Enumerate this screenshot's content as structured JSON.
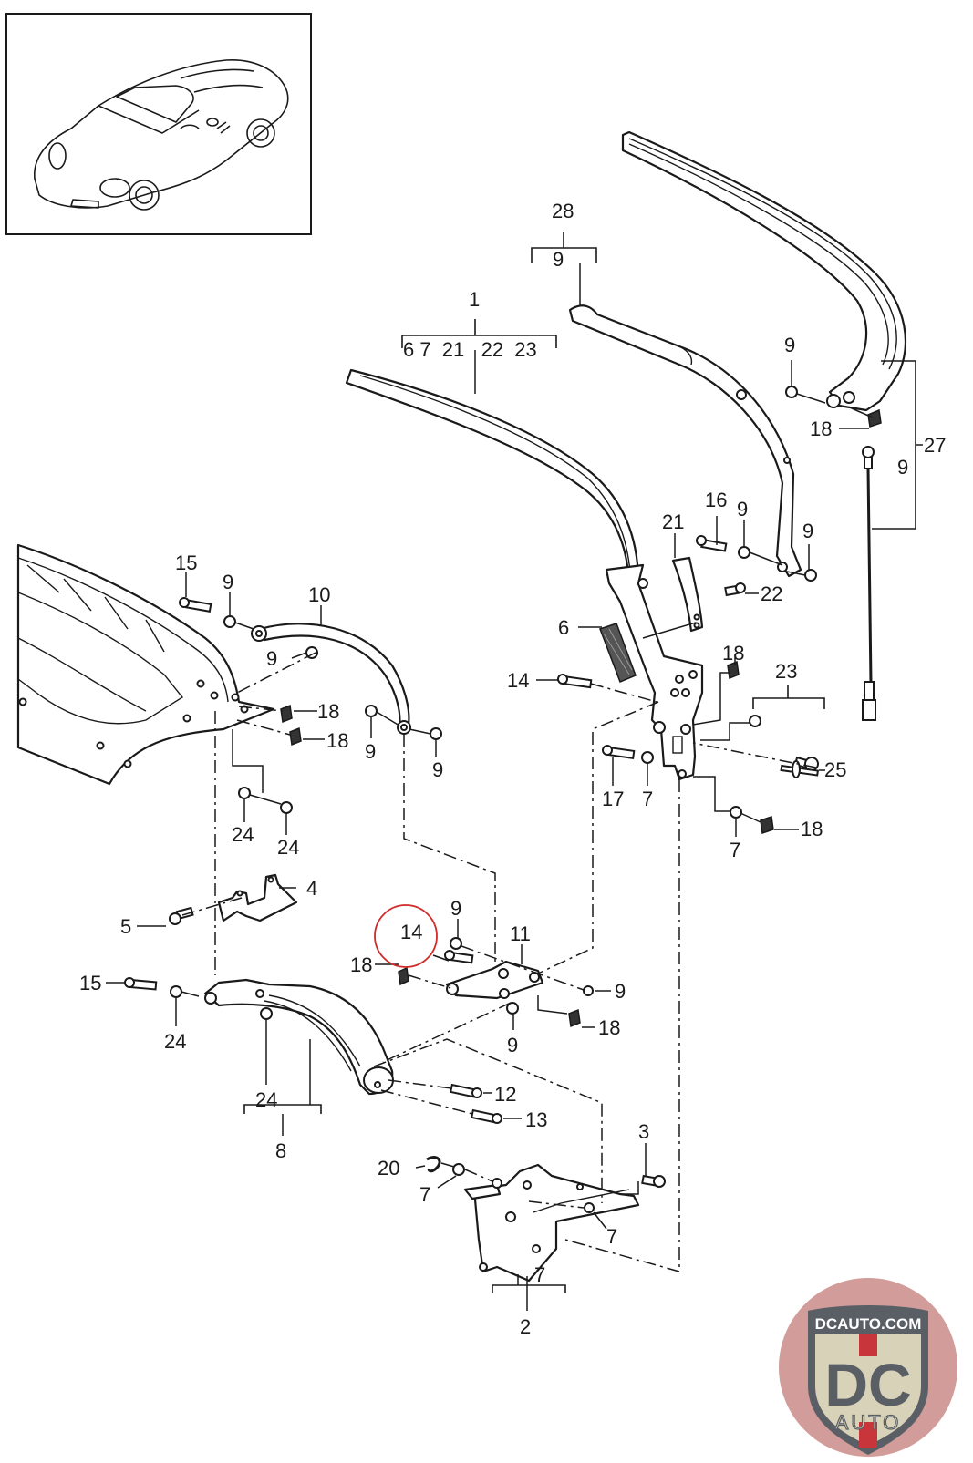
{
  "diagram": {
    "title": "Convertible top frame / linkage - exploded parts view",
    "thumbnail": {
      "subject": "roadster-car-outline"
    },
    "highlight": {
      "part_number": "14",
      "color": "#d02a2a"
    },
    "callouts": [
      {
        "id": "c28",
        "text": "28"
      },
      {
        "id": "c28-sub",
        "text": "9"
      },
      {
        "id": "c1",
        "text": "1"
      },
      {
        "id": "c1-sub",
        "text": "6 7  21   22  23"
      },
      {
        "id": "c9a",
        "text": "9"
      },
      {
        "id": "c18a",
        "text": "18"
      },
      {
        "id": "c27",
        "text": "27"
      },
      {
        "id": "c27-sub",
        "text": "9"
      },
      {
        "id": "c16",
        "text": "16"
      },
      {
        "id": "c9b",
        "text": "9"
      },
      {
        "id": "c9c",
        "text": "9"
      },
      {
        "id": "c21",
        "text": "21"
      },
      {
        "id": "c22",
        "text": "22"
      },
      {
        "id": "c6",
        "text": "6"
      },
      {
        "id": "c14a",
        "text": "14"
      },
      {
        "id": "c18b",
        "text": "18"
      },
      {
        "id": "c23",
        "text": "23"
      },
      {
        "id": "c25",
        "text": "25"
      },
      {
        "id": "c17",
        "text": "17"
      },
      {
        "id": "c7a",
        "text": "7"
      },
      {
        "id": "c7b",
        "text": "7"
      },
      {
        "id": "c18c",
        "text": "18"
      },
      {
        "id": "c15a",
        "text": "15"
      },
      {
        "id": "c9d",
        "text": "9"
      },
      {
        "id": "c10",
        "text": "10"
      },
      {
        "id": "c9e",
        "text": "9"
      },
      {
        "id": "c18d",
        "text": "18"
      },
      {
        "id": "c18e",
        "text": "18"
      },
      {
        "id": "c9f",
        "text": "9"
      },
      {
        "id": "c9g",
        "text": "9"
      },
      {
        "id": "c24a",
        "text": "24"
      },
      {
        "id": "c24b",
        "text": "24"
      },
      {
        "id": "c4",
        "text": "4"
      },
      {
        "id": "c5",
        "text": "5"
      },
      {
        "id": "c14b",
        "text": "14"
      },
      {
        "id": "c9h",
        "text": "9"
      },
      {
        "id": "c11",
        "text": "11"
      },
      {
        "id": "c18f",
        "text": "18"
      },
      {
        "id": "c9i",
        "text": "9"
      },
      {
        "id": "c18g",
        "text": "18"
      },
      {
        "id": "c9j",
        "text": "9"
      },
      {
        "id": "c15b",
        "text": "15"
      },
      {
        "id": "c24c",
        "text": "24"
      },
      {
        "id": "c24d",
        "text": "24"
      },
      {
        "id": "c8",
        "text": "8"
      },
      {
        "id": "c12",
        "text": "12"
      },
      {
        "id": "c13",
        "text": "13"
      },
      {
        "id": "c3",
        "text": "3"
      },
      {
        "id": "c20",
        "text": "20"
      },
      {
        "id": "c7c",
        "text": "7"
      },
      {
        "id": "c7d",
        "text": "7"
      },
      {
        "id": "c7e",
        "text": "7"
      },
      {
        "id": "c2",
        "text": "2"
      }
    ]
  },
  "watermark": {
    "top_text": "DCAUTO.COM",
    "mark": "DC",
    "bottom_text": "AUTO",
    "colors": {
      "badge_bg": "#d8d2b8",
      "letters": "#5a5f66",
      "stripe": "#c8363c",
      "circle": "#c98b87"
    }
  }
}
